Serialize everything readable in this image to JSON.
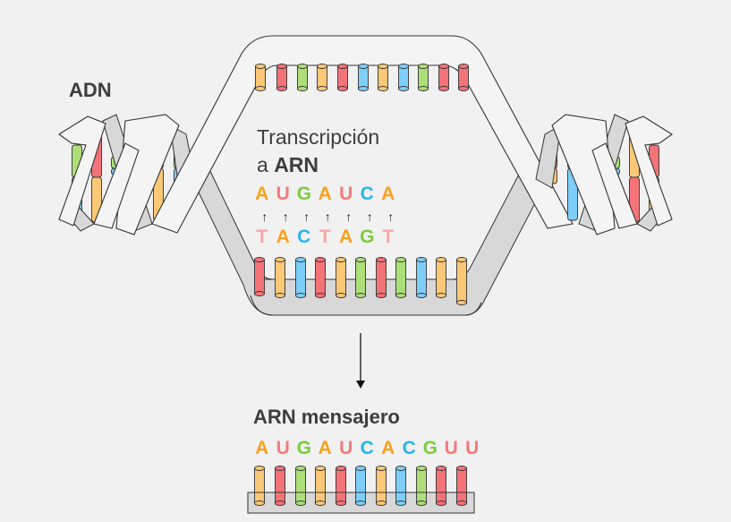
{
  "labels": {
    "dna": "ADN",
    "transcription_line1": "Transcripción",
    "transcription_prefix": "a ",
    "transcription_bold": "ARN",
    "mrna": "ARN mensajero"
  },
  "colors": {
    "A": "#f9a11b",
    "U": "#f47b7b",
    "G": "#7ccb3c",
    "C": "#26b5ea",
    "T": "#f5a7a7",
    "base_red": "#f47378",
    "base_yellow": "#fbc878",
    "base_green": "#addf79",
    "base_blue": "#7dcffa",
    "strand_fill": "#f4f4f4",
    "strand_back": "#d8d8d8",
    "outline": "#333333"
  },
  "transcription": {
    "rna": [
      "A",
      "U",
      "G",
      "A",
      "U",
      "C",
      "A"
    ],
    "dna_template": [
      "T",
      "A",
      "C",
      "T",
      "A",
      "G",
      "T"
    ],
    "arrow_glyph": "↑"
  },
  "mrna_sequence": [
    "A",
    "U",
    "G",
    "A",
    "U",
    "C",
    "A",
    "C",
    "G",
    "U",
    "U"
  ],
  "upper_strand_bases": [
    "yellow",
    "red",
    "green",
    "yellow",
    "red",
    "blue",
    "yellow",
    "blue",
    "green",
    "red",
    "red"
  ],
  "lower_strand_bases": [
    "red",
    "yellow",
    "blue",
    "red",
    "yellow",
    "green",
    "red",
    "green",
    "blue",
    "yellow",
    "yellow"
  ],
  "mrna_bases": [
    "yellow",
    "red",
    "green",
    "yellow",
    "red",
    "blue",
    "yellow",
    "blue",
    "green",
    "red",
    "red"
  ],
  "helix_left_rungs": [
    {
      "top": "green",
      "bottom": "blue"
    },
    {
      "top": "red",
      "bottom": "yellow"
    },
    {
      "top": "green",
      "bottom": "blue"
    },
    {
      "top": "yellow",
      "bottom": "red"
    },
    {
      "top": "red",
      "bottom": "yellow"
    }
  ],
  "helix_right_rungs": [
    {
      "top": "red",
      "bottom": "yellow"
    },
    {
      "top": "yellow",
      "bottom": "red"
    },
    {
      "top": "green",
      "bottom": "blue"
    },
    {
      "top": "red",
      "bottom": "yellow"
    },
    {
      "top": "green",
      "bottom": "blue"
    }
  ]
}
